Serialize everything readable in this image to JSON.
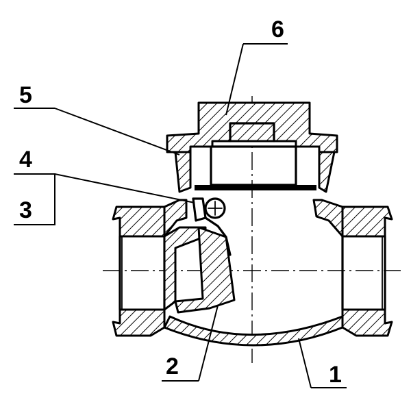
{
  "labels": {
    "body": "1",
    "flap": "2",
    "arm": "3",
    "pin": "4",
    "gasket": "5",
    "cap": "6"
  }
}
